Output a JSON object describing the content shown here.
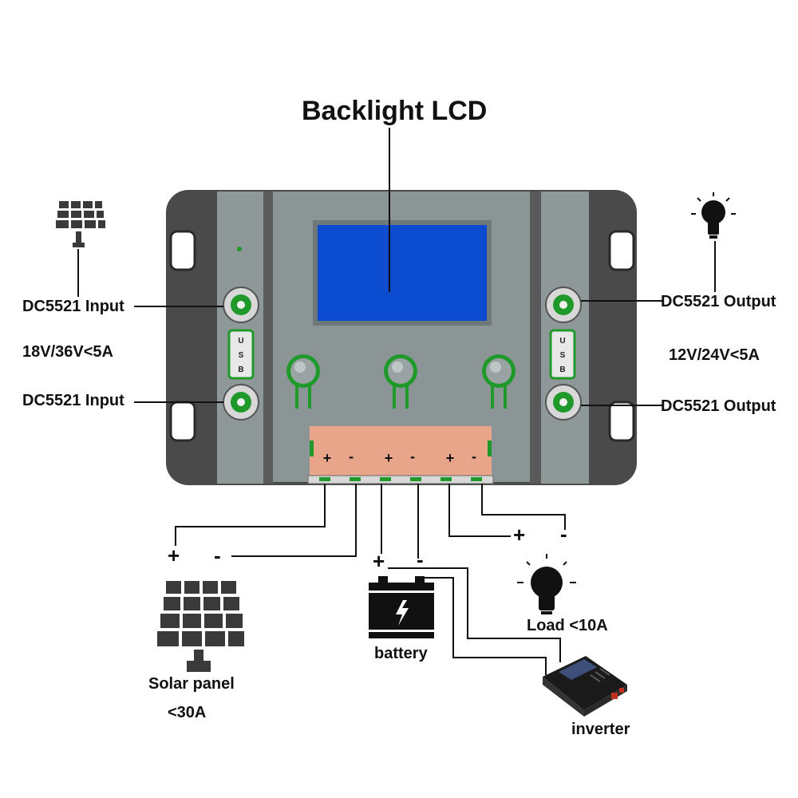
{
  "title": "Backlight LCD",
  "left": {
    "input_top": "DC5521 Input",
    "input_bottom": "DC5521 Input",
    "spec": "18V/36V<5A"
  },
  "right": {
    "output_top": "DC5521 Output",
    "output_bottom": "DC5521 Output",
    "spec": "12V/24V<5A"
  },
  "usb_letters": [
    "U",
    "S",
    "B"
  ],
  "terminal_signs": [
    "+",
    "-",
    "+",
    "-",
    "+",
    "-"
  ],
  "solar": {
    "name": "Solar panel",
    "limit": "<30A",
    "plus": "+",
    "minus": "-"
  },
  "battery": {
    "name": "battery",
    "plus": "+",
    "minus": "-"
  },
  "load": {
    "name": "Load <10A",
    "plus": "+",
    "minus": "-"
  },
  "inverter": {
    "name": "inverter"
  },
  "colors": {
    "body": "#4a4a4a",
    "panel": "#8c9595",
    "lcd": "#0a4bd0",
    "terminal": "#e8a58a",
    "accent_green": "#1f9a2a"
  }
}
